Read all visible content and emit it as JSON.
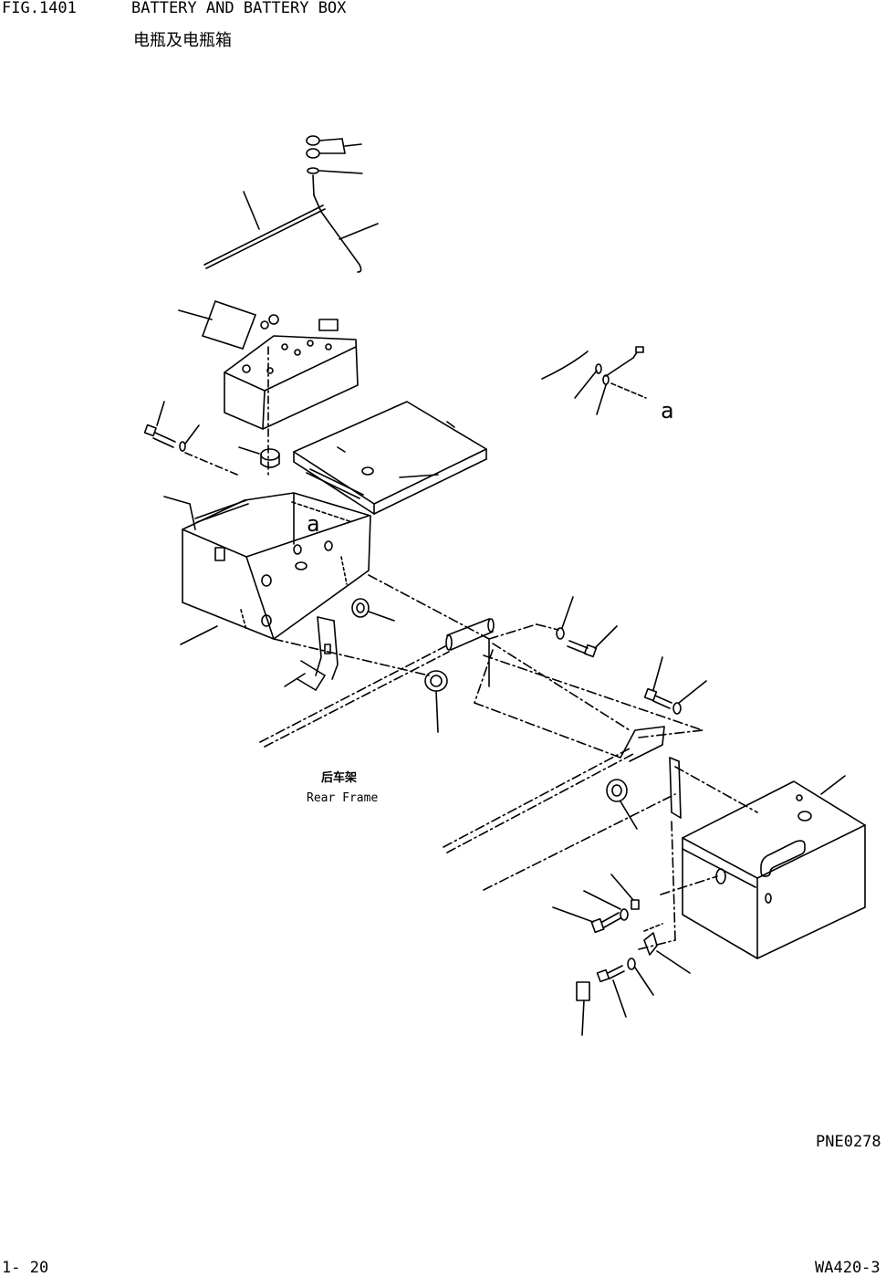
{
  "header": {
    "fig_number": "FIG.1401",
    "title_en": "BATTERY AND BATTERY BOX",
    "title_cn": "电瓶及电瓶箱"
  },
  "diagram": {
    "frame_label_cn": "后车架",
    "frame_label_en": "Rear Frame",
    "callout_a1": "a",
    "callout_a2": "a"
  },
  "footer": {
    "drawing_code": "PNE0278",
    "page_number": "1- 20",
    "model": "WA420-3"
  }
}
